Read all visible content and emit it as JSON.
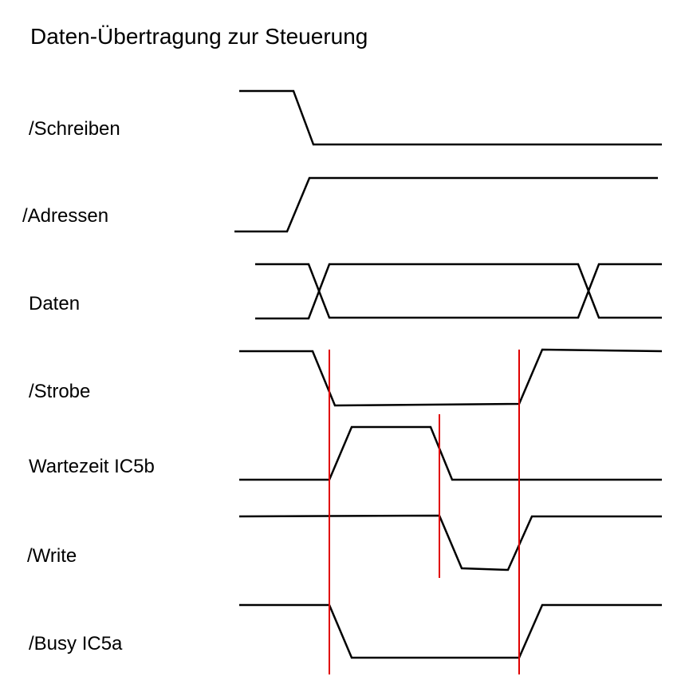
{
  "title": "Daten-Übertragung zur Steuerung",
  "signals": [
    {
      "name": "/Schreiben"
    },
    {
      "name": "/Adressen"
    },
    {
      "name": "Daten"
    },
    {
      "name": "/Strobe"
    },
    {
      "name": "Wartezeit IC5b"
    },
    {
      "name": "/Write"
    },
    {
      "name": "/Busy IC5a"
    }
  ],
  "colors": {
    "signal": "#000000",
    "marker": "#e00000"
  }
}
